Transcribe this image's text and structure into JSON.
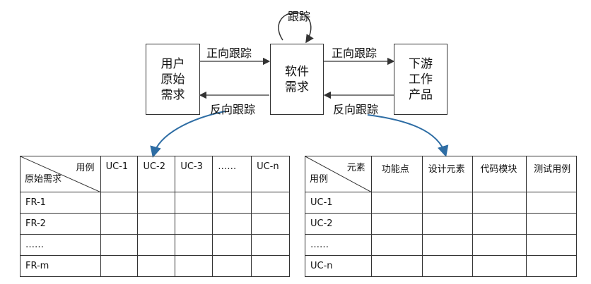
{
  "top": {
    "loop_label": "跟踪",
    "boxes": {
      "user_req": [
        "用户",
        "原始",
        "需求"
      ],
      "software_req": [
        "软件",
        "需求"
      ],
      "downstream": [
        "下游",
        "工作",
        "产品"
      ]
    },
    "left_forward": "正向跟踪",
    "left_backward": "反向跟踪",
    "right_forward": "正向跟踪",
    "right_backward": "反向跟踪"
  },
  "left_table": {
    "corner_top": "用例",
    "corner_bottom": "原始需求",
    "columns": [
      "UC-1",
      "UC-2",
      "UC-3",
      "……",
      "UC-n"
    ],
    "rows": [
      "FR-1",
      "FR-2",
      "……",
      "FR-m"
    ]
  },
  "right_table": {
    "corner_top": "元素",
    "corner_bottom": "用例",
    "columns": [
      "功能点",
      "设计元素",
      "代码模块",
      "测试用例"
    ],
    "rows": [
      "UC-1",
      "UC-2",
      "……",
      "UC-n"
    ]
  },
  "colors": {
    "line": "#333333",
    "curve": "#2e6da4"
  }
}
